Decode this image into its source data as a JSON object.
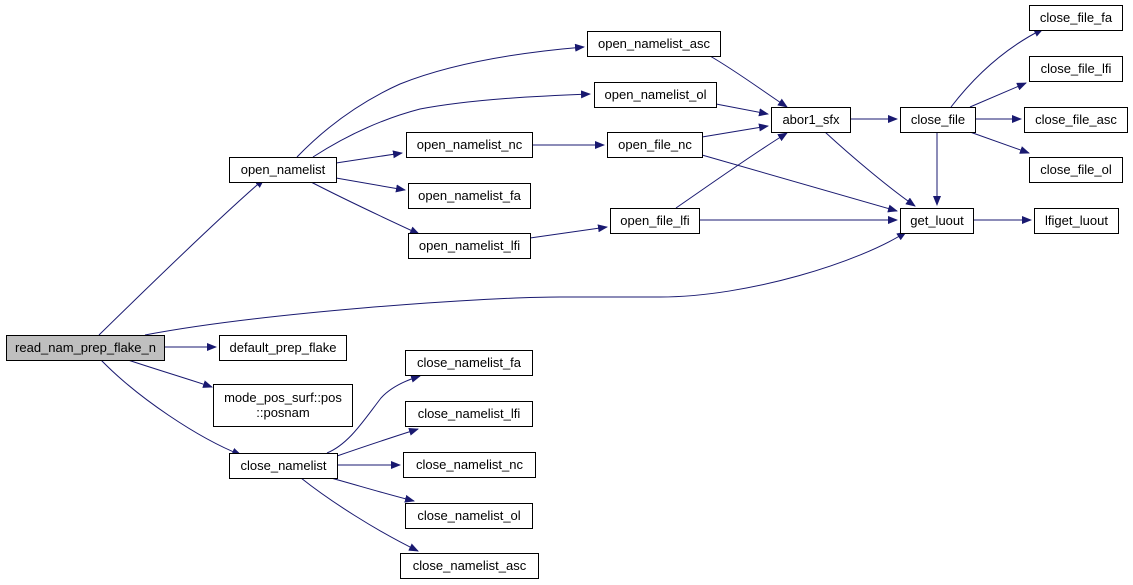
{
  "diagram": {
    "colors": {
      "edge": "#191970",
      "node_border": "#000000",
      "node_fill": "#ffffff",
      "root_fill": "#bfbfbf"
    },
    "nodes": {
      "read_nam_prep_flake_n": [
        "read_nam_prep_flake_n"
      ],
      "open_namelist": [
        "open_namelist"
      ],
      "default_prep_flake": [
        "default_prep_flake"
      ],
      "mode_pos_surf_posnam": [
        "mode_pos_surf::pos",
        "::posnam"
      ],
      "close_namelist": [
        "close_namelist"
      ],
      "open_namelist_asc": [
        "open_namelist_asc"
      ],
      "open_namelist_ol": [
        "open_namelist_ol"
      ],
      "open_namelist_nc": [
        "open_namelist_nc"
      ],
      "open_namelist_fa": [
        "open_namelist_fa"
      ],
      "open_namelist_lfi": [
        "open_namelist_lfi"
      ],
      "open_file_nc": [
        "open_file_nc"
      ],
      "open_file_lfi": [
        "open_file_lfi"
      ],
      "abor1_sfx": [
        "abor1_sfx"
      ],
      "close_file": [
        "close_file"
      ],
      "get_luout": [
        "get_luout"
      ],
      "close_file_fa": [
        "close_file_fa"
      ],
      "close_file_lfi": [
        "close_file_lfi"
      ],
      "close_file_asc": [
        "close_file_asc"
      ],
      "close_file_ol": [
        "close_file_ol"
      ],
      "lfiget_luout": [
        "lfiget_luout"
      ],
      "close_namelist_fa": [
        "close_namelist_fa"
      ],
      "close_namelist_lfi": [
        "close_namelist_lfi"
      ],
      "close_namelist_nc": [
        "close_namelist_nc"
      ],
      "close_namelist_ol": [
        "close_namelist_ol"
      ],
      "close_namelist_asc": [
        "close_namelist_asc"
      ]
    },
    "edges": [
      [
        "read_nam_prep_flake_n",
        "open_namelist"
      ],
      [
        "read_nam_prep_flake_n",
        "get_luout"
      ],
      [
        "read_nam_prep_flake_n",
        "default_prep_flake"
      ],
      [
        "read_nam_prep_flake_n",
        "mode_pos_surf_posnam"
      ],
      [
        "read_nam_prep_flake_n",
        "close_namelist"
      ],
      [
        "open_namelist",
        "open_namelist_asc"
      ],
      [
        "open_namelist",
        "open_namelist_ol"
      ],
      [
        "open_namelist",
        "open_namelist_nc"
      ],
      [
        "open_namelist",
        "open_namelist_fa"
      ],
      [
        "open_namelist",
        "open_namelist_lfi"
      ],
      [
        "open_namelist_asc",
        "abor1_sfx"
      ],
      [
        "open_namelist_ol",
        "abor1_sfx"
      ],
      [
        "open_namelist_nc",
        "open_file_nc"
      ],
      [
        "open_namelist_lfi",
        "open_file_lfi"
      ],
      [
        "open_file_nc",
        "abor1_sfx"
      ],
      [
        "open_file_nc",
        "get_luout"
      ],
      [
        "open_file_lfi",
        "abor1_sfx"
      ],
      [
        "open_file_lfi",
        "get_luout"
      ],
      [
        "abor1_sfx",
        "close_file"
      ],
      [
        "abor1_sfx",
        "get_luout"
      ],
      [
        "close_file",
        "close_file_fa"
      ],
      [
        "close_file",
        "close_file_lfi"
      ],
      [
        "close_file",
        "close_file_asc"
      ],
      [
        "close_file",
        "close_file_ol"
      ],
      [
        "close_file",
        "get_luout"
      ],
      [
        "get_luout",
        "lfiget_luout"
      ],
      [
        "close_namelist",
        "close_namelist_fa"
      ],
      [
        "close_namelist",
        "close_namelist_lfi"
      ],
      [
        "close_namelist",
        "close_namelist_nc"
      ],
      [
        "close_namelist",
        "close_namelist_ol"
      ],
      [
        "close_namelist",
        "close_namelist_asc"
      ]
    ]
  }
}
